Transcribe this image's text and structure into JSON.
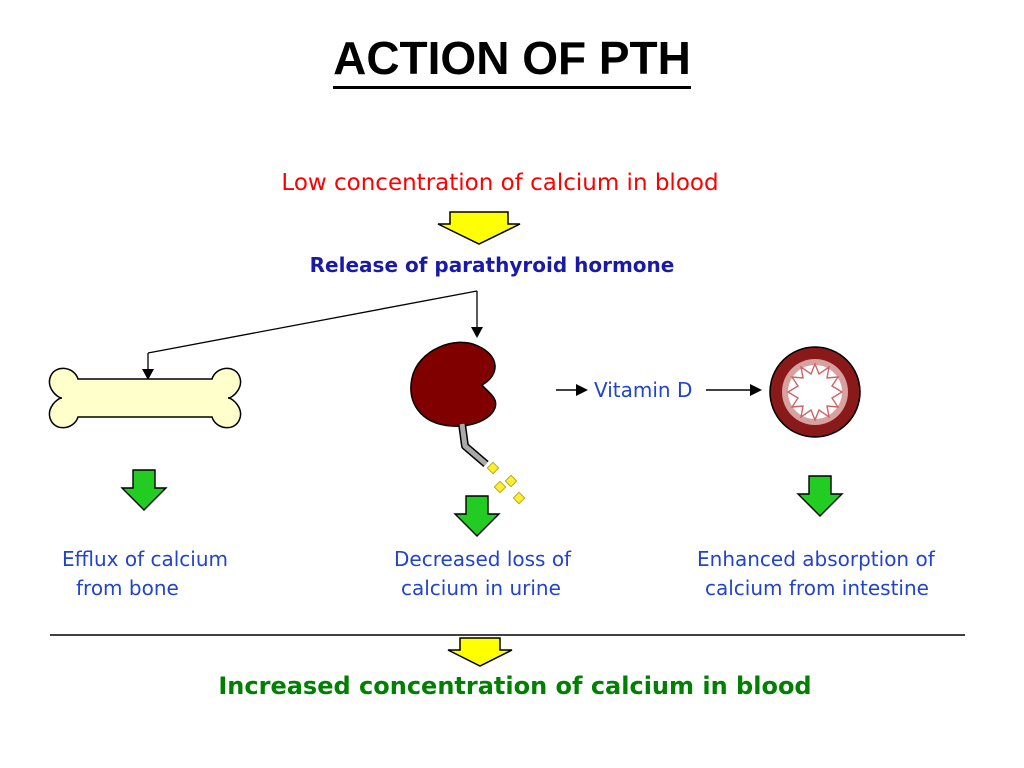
{
  "title": "ACTION OF PTH",
  "diagram": {
    "top_condition": "Low concentration of calcium in blood",
    "hormone_release": "Release of parathyroid hormone",
    "vitamin_d": "Vitamin D",
    "effects": {
      "bone": {
        "line1": "Efflux of calcium",
        "line2": "from bone"
      },
      "kidney": {
        "line1": "Decreased loss of",
        "line2": "calcium in urine"
      },
      "intestine": {
        "line1": "Enhanced absorption of",
        "line2": "calcium from intestine"
      }
    },
    "result": "Increased concentration of calcium in blood"
  },
  "colors": {
    "condition_red": "#ff0000",
    "hormone_navy": "#1a1aa8",
    "effect_blue": "#2244cc",
    "result_green": "#008000",
    "yellow_arrow": "#ffff00",
    "green_arrow": "#22cc22",
    "bone_fill": "#ffffcc",
    "kidney_fill": "#800000"
  }
}
